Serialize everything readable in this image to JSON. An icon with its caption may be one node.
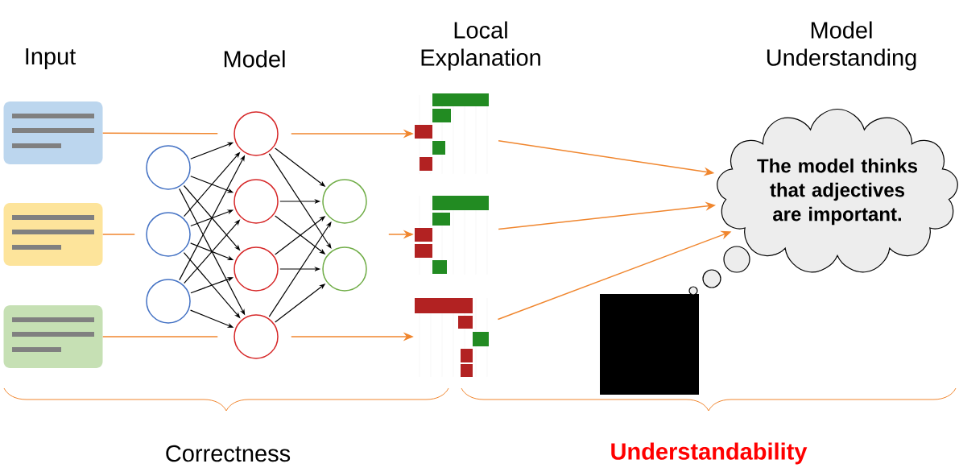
{
  "diagram": {
    "nodes": [
      {
        "text": [],
        "shape": "box"
      },
      {
        "text": [],
        "shape": "box"
      },
      {
        "text": [],
        "shape": "box"
      },
      {
        "text": [],
        "shape": "circle"
      },
      {
        "text": [],
        "shape": "circle"
      },
      {
        "text": [],
        "shape": "circle"
      },
      {
        "text": [],
        "shape": "circle"
      },
      {
        "text": [],
        "shape": "circle"
      },
      {
        "text": [],
        "shape": "circle"
      },
      {
        "text": [],
        "shape": "circle"
      },
      {
        "text": [],
        "shape": "circle"
      },
      {
        "text": [],
        "shape": "circle"
      },
      {
        "text": [],
        "shape": "picture"
      },
      {
        "text": [],
        "shape": "picture"
      },
      {
        "text": [],
        "shape": "picture"
      },
      {
        "text": [
          "The model thinks that adjectives are important."
        ]
      }
    ],
    "edges": [
      {
        "from": 0,
        "to": 6,
        "arrow": "none",
        "color": "#f0862e"
      },
      {
        "from": 1,
        "to": 4,
        "arrow": "none",
        "color": "#f0862e"
      },
      {
        "from": 2,
        "to": 9,
        "arrow": "none",
        "color": "#f0862e"
      },
      {
        "from": 3,
        "to": 6,
        "arrow": "to"
      },
      {
        "from": 3,
        "to": 7,
        "arrow": "to"
      },
      {
        "from": 3,
        "to": 8,
        "arrow": "to"
      },
      {
        "from": 3,
        "to": 9,
        "arrow": "to"
      },
      {
        "from": 4,
        "to": 6,
        "arrow": "to"
      },
      {
        "from": 4,
        "to": 7,
        "arrow": "to"
      },
      {
        "from": 4,
        "to": 8,
        "arrow": "to"
      },
      {
        "from": 4,
        "to": 9,
        "arrow": "to"
      },
      {
        "from": 5,
        "to": 6,
        "arrow": "to"
      },
      {
        "from": 5,
        "to": 7,
        "arrow": "to"
      },
      {
        "from": 5,
        "to": 8,
        "arrow": "to"
      },
      {
        "from": 5,
        "to": 9,
        "arrow": "to"
      },
      {
        "from": 6,
        "to": 10,
        "arrow": "to"
      },
      {
        "from": 6,
        "to": 11,
        "arrow": "to"
      },
      {
        "from": 7,
        "to": 10,
        "arrow": "to"
      },
      {
        "from": 7,
        "to": 11,
        "arrow": "to"
      },
      {
        "from": 8,
        "to": 10,
        "arrow": "to"
      },
      {
        "from": 8,
        "to": 11,
        "arrow": "to"
      },
      {
        "from": 9,
        "to": 10,
        "arrow": "to"
      },
      {
        "from": 9,
        "to": 11,
        "arrow": "to"
      },
      {
        "from": 6,
        "to": 12,
        "arrow": "to",
        "color": "#f0862e"
      },
      {
        "from": null,
        "to": 13,
        "arrow": "to",
        "color": "#f0862e"
      },
      {
        "from": 9,
        "to": 14,
        "arrow": "to",
        "color": "#f0862e"
      },
      {
        "from": 12,
        "to": 15,
        "arrow": "to",
        "color": "#f0862e"
      },
      {
        "from": 13,
        "to": 15,
        "arrow": "to",
        "color": "#f0862e"
      },
      {
        "from": 14,
        "to": 15,
        "arrow": "to",
        "color": "#f0862e"
      }
    ],
    "labels": [
      "Input",
      "Model",
      "Local Explanation",
      "Model Understanding",
      "Correctness",
      "Understandability"
    ]
  }
}
